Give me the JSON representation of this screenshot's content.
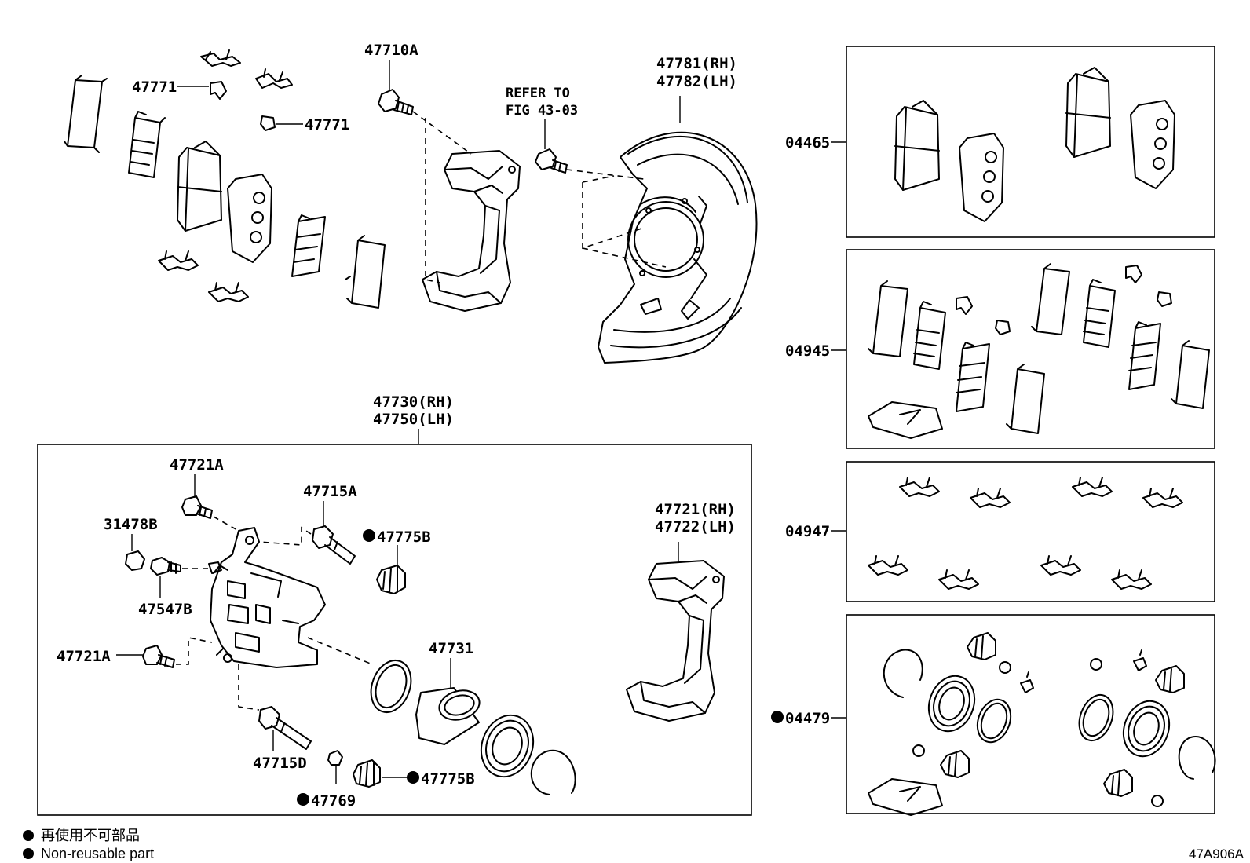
{
  "labels": {
    "p47771_a": "47771",
    "p47771_b": "47771",
    "p47710A": "47710A",
    "refer_1": "REFER TO",
    "refer_2": "FIG 43-03",
    "p47781": "47781(RH)",
    "p47782": "47782(LH)",
    "p47730": "47730(RH)",
    "p47750": "47750(LH)",
    "p47721A_top": "47721A",
    "p31478B": "31478B",
    "p47715A": "47715A",
    "p47775B_top": "47775B",
    "p47547B": "47547B",
    "p47721A_bot": "47721A",
    "p47731": "47731",
    "p47721": "47721(RH)",
    "p47722": "47722(LH)",
    "p47715D": "47715D",
    "p47769": "47769",
    "p47775B_bot": "47775B",
    "p04465": "04465",
    "p04945": "04945",
    "p04947": "04947",
    "p04479": "04479"
  },
  "legend": {
    "line_jp": "再使用不可部品",
    "line_en": "Non-reusable part"
  },
  "figure_code": "47A906A",
  "icons": {
    "non_reusable_marker": "filled-circle-icon"
  }
}
